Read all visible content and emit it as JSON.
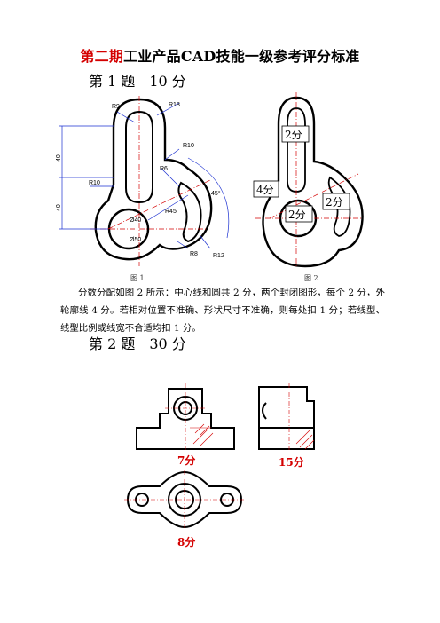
{
  "title_red": "第二期",
  "title_rest": "工业产品CAD技能一级参考评分标准",
  "question1": {
    "heading": "第 1 题　10 分"
  },
  "figure1": {
    "caption": "图 1",
    "labels": {
      "r9": "R9",
      "r18": "R18",
      "r10a": "R10",
      "r6": "R6",
      "r10b": "R10",
      "r45": "R45",
      "d40": "Ø40",
      "d50": "Ø50",
      "r8": "R8",
      "r12": "R12",
      "ang": "45°",
      "dim40a": "40",
      "dim40b": "40"
    }
  },
  "figure2": {
    "caption": "图 2",
    "scores": {
      "a": "2分",
      "b": "4分",
      "c": "2分",
      "d": "2分"
    }
  },
  "paragraph": "分数分配如图 2 所示：中心线和圆共 2 分，两个封闭图形，每个 2 分，外轮廓线 4 分。若相对位置不准确、形状尺寸不准确，则每处扣 1 分；若线型、线型比例或线宽不合适均扣 1 分。",
  "question2": {
    "heading": "第 2 题　30 分"
  },
  "figure3": {
    "score_front": "7分",
    "score_side": "15分",
    "score_top": "8分"
  }
}
